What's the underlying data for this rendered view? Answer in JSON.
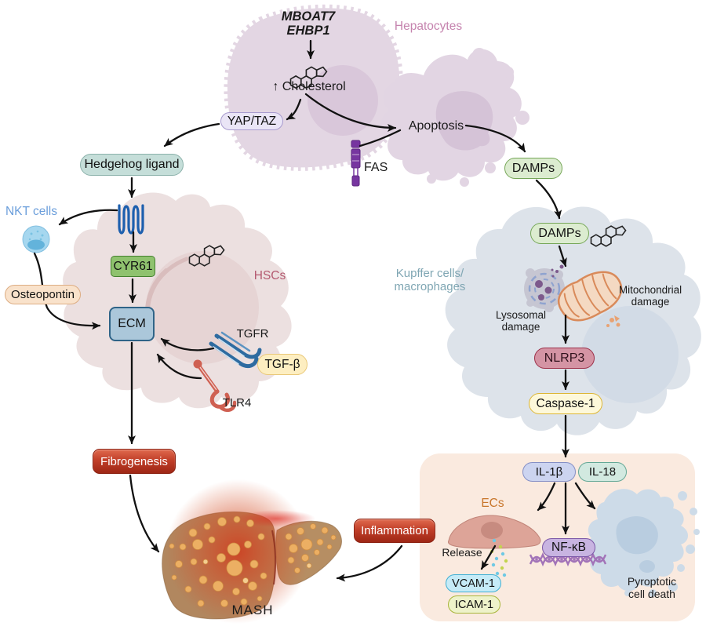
{
  "figure": {
    "hepatocytes": {
      "cell_label": "Hepatocytes",
      "gene1": "MBOAT7",
      "gene2": "EHBP1",
      "cholesterol": "↑ Cholesterol",
      "yap_taz": "YAP/TAZ",
      "apoptosis": "Apoptosis",
      "fas": "FAS"
    },
    "hsc_pathway": {
      "cell_label": "HSCs",
      "hedgehog_ligand": "Hedgehog ligand",
      "nkt_cells": "NKT cells",
      "osteopontin": "Osteopontin",
      "cyr61": "CYR61",
      "ecm": "ECM",
      "tgfr": "TGFR",
      "tgf_beta": "TGF-β",
      "tlr4": "TLR4",
      "fibrogenesis": "Fibrogenesis"
    },
    "kupffer_pathway": {
      "cell_label_line1": "Kupffer cells/",
      "cell_label_line2": "macrophages",
      "damps_upper": "DAMPs",
      "damps_inner": "DAMPs",
      "lysosomal_line1": "Lysosomal",
      "lysosomal_line2": "damage",
      "mitochondrial_line1": "Mitochondrial",
      "mitochondrial_line2": "damage",
      "nlrp3": "NLRP3",
      "caspase1": "Caspase-1"
    },
    "inflammation_panel": {
      "il1b": "IL-1β",
      "il18": "IL-18",
      "ecs": "ECs",
      "release": "Release",
      "vcam1": "VCAM-1",
      "icam1": "ICAM-1",
      "nfkb": "NF-κB",
      "pyroptotic_line1": "Pyroptotic",
      "pyroptotic_line2": "cell death",
      "inflammation": "Inflammation"
    },
    "outcome": {
      "mash": "MASH"
    }
  },
  "colors": {
    "hepatocyte_fill": "#e3d6e3",
    "hsc_fill": "#ece0e0",
    "kupffer_fill": "#dde3ea",
    "panel_fill": "#faeadf",
    "damps_fill": "#dcecd0",
    "damps_border": "#76a758",
    "hedgehog_fill": "#c5ded9",
    "yaptaz_fill": "#eae5f6",
    "osteopontin_fill": "#f9e2cb",
    "cyr61_fill": "#8fc26e",
    "ecm_fill": "#abc7da",
    "tgfb_fill": "#fdeec1",
    "nlrp3_fill": "#d494a4",
    "caspase_fill": "#fdf8da",
    "il1b_fill": "#ccd4f0",
    "il18_fill": "#d2e9e0",
    "nfkb_fill": "#c8b4e1",
    "vcam_fill": "#c5ebf7",
    "icam_fill": "#eef2ca",
    "red_box": "#b93a26",
    "fas_purple": "#7735a0",
    "receptor_blue": "#1d5fae",
    "tgfr_blue": "#2e6ba0",
    "tlr4_red": "#cf6052",
    "hepatocytes_label": "#c583ae",
    "hscs_label": "#b45a71",
    "kupffer_label": "#7fa6b3",
    "nkt_label": "#6b9edb",
    "ecs_label": "#c8762b"
  }
}
